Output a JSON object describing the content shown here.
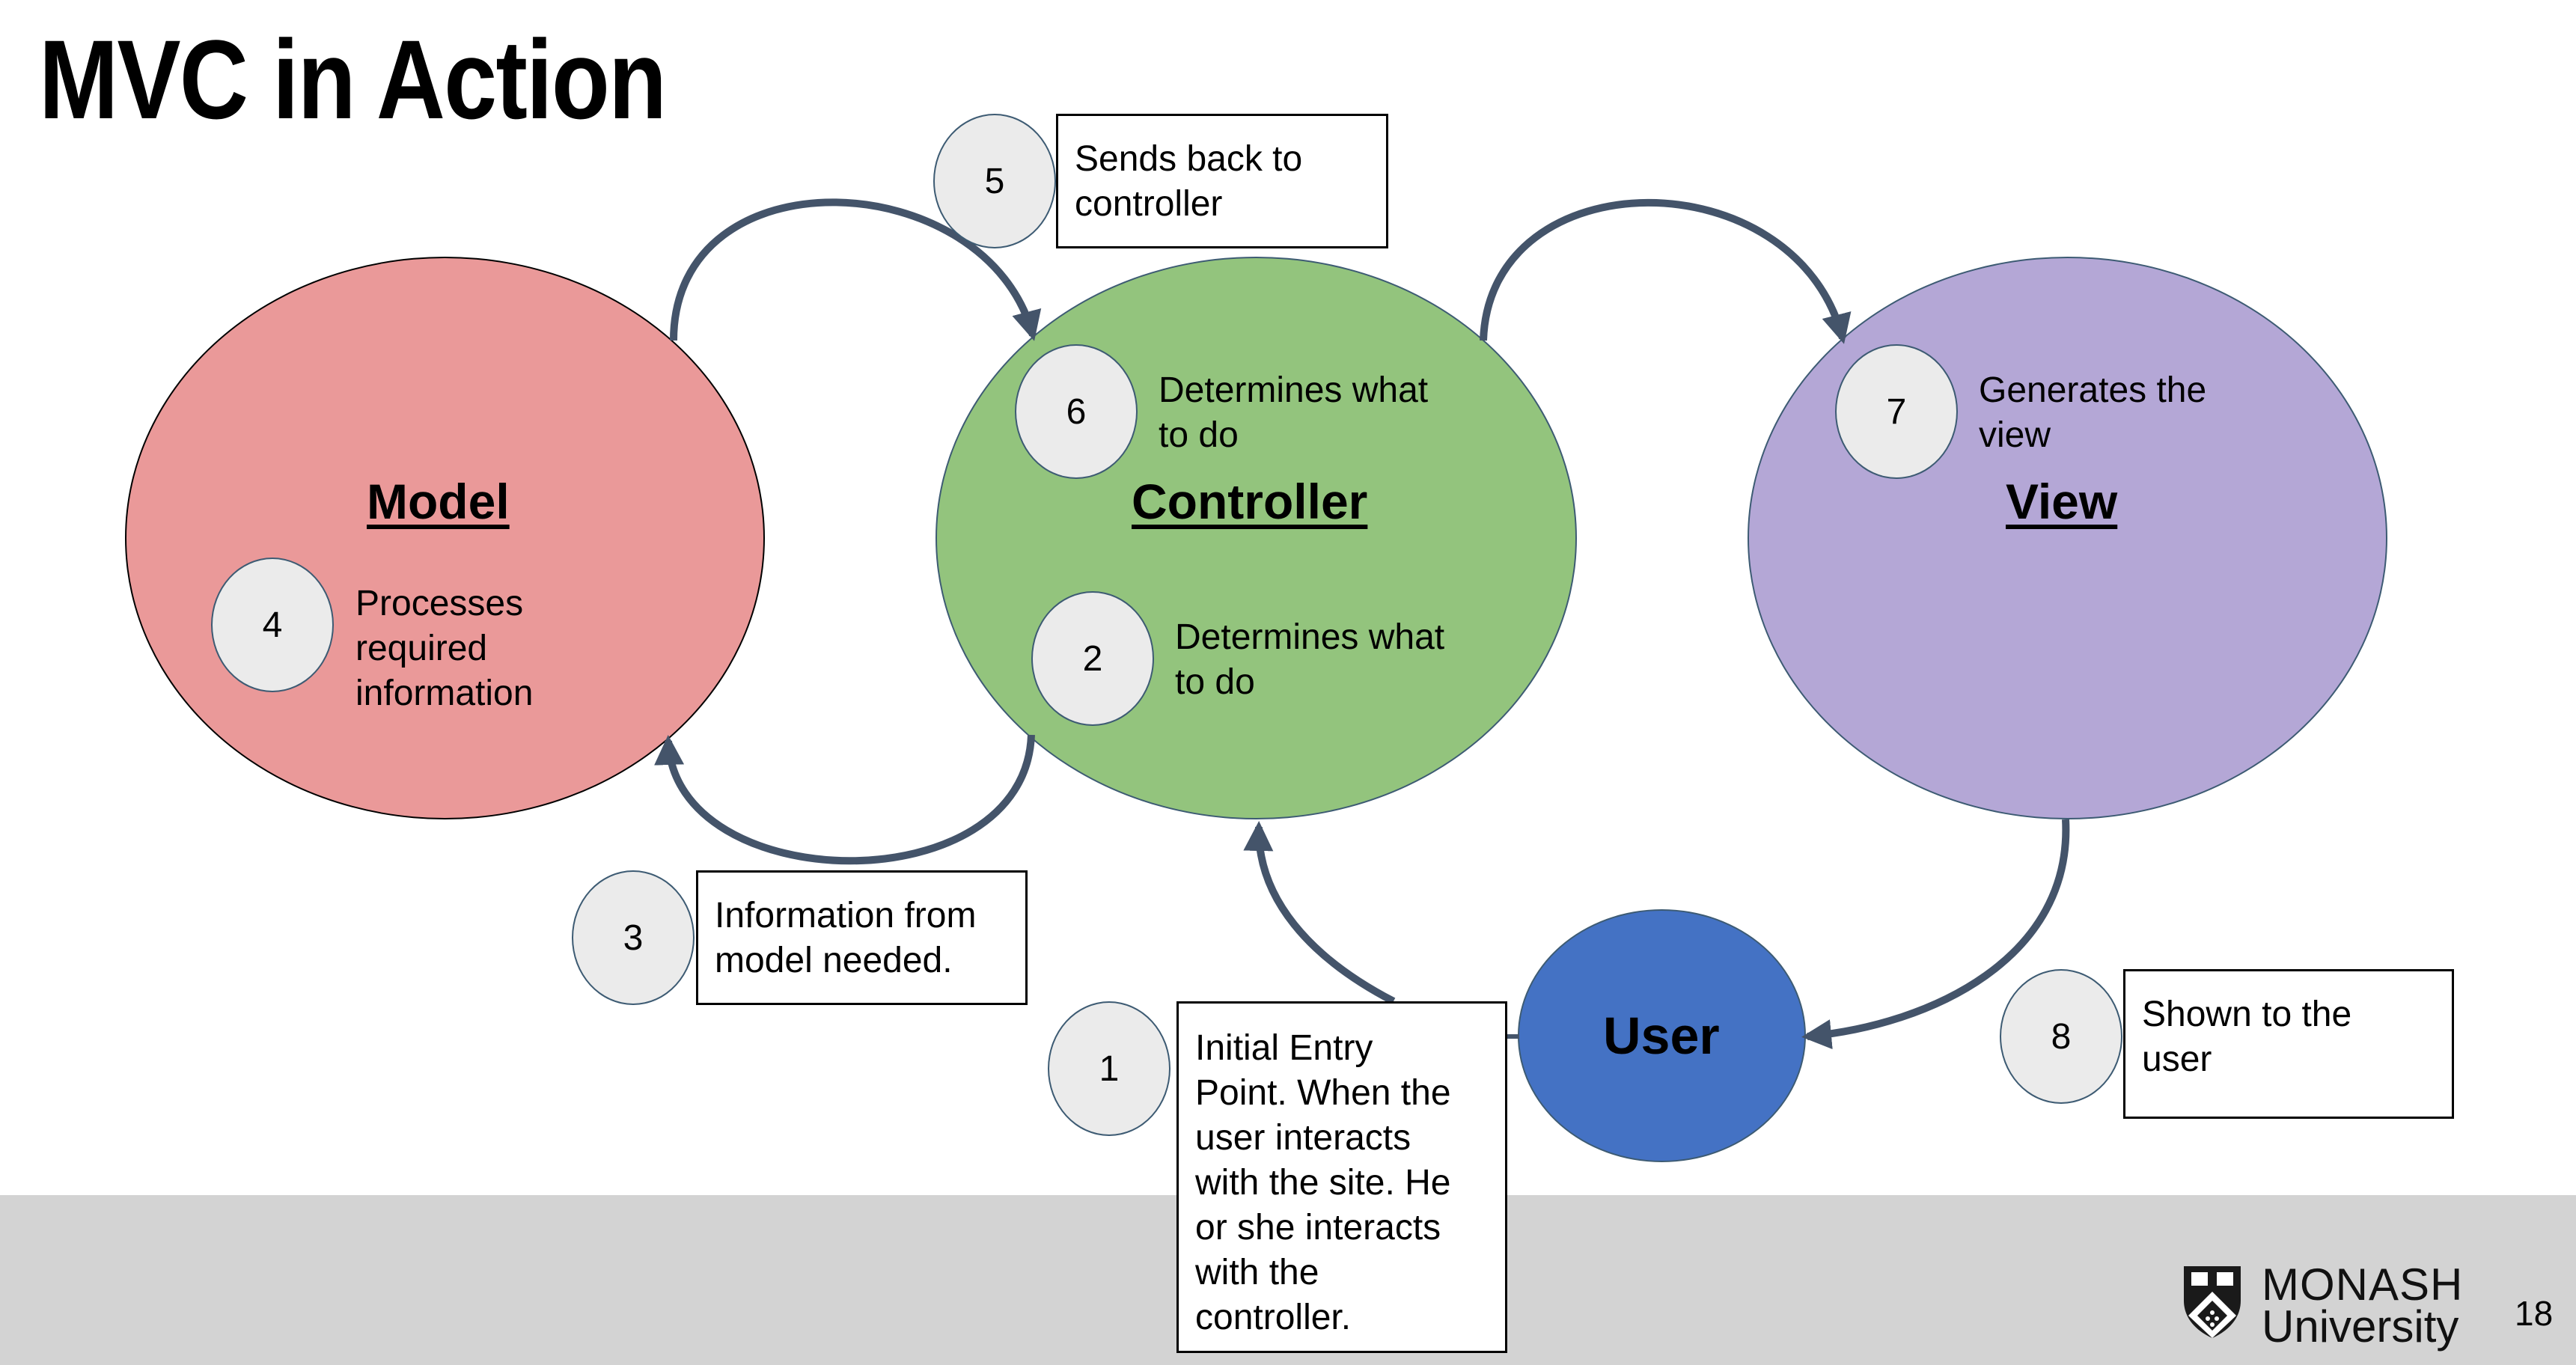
{
  "slide": {
    "title": "MVC in Action",
    "page_number": "18"
  },
  "nodes": {
    "model": {
      "label": "Model",
      "color": "#ea9999"
    },
    "controller": {
      "label": "Controller",
      "color": "#93c47d"
    },
    "view": {
      "label": "View",
      "color": "#b4a7d6"
    },
    "user": {
      "label": "User",
      "color": "#4472c4"
    }
  },
  "steps": [
    {
      "number": "1",
      "text": "Initial Entry Point. When the user interacts with the site. He or she interacts with the controller.",
      "lines": [
        "Initial Entry",
        "Point. When the",
        "user interacts",
        "with the site. He",
        "or she interacts",
        "with the",
        "controller."
      ]
    },
    {
      "number": "2",
      "text": "Determines what to do",
      "lines": [
        "Determines what",
        "to do"
      ]
    },
    {
      "number": "3",
      "text": "Information from model needed.",
      "lines": [
        "Information from",
        "model needed."
      ]
    },
    {
      "number": "4",
      "text": "Processes required information",
      "lines": [
        "Processes",
        "required",
        "information"
      ]
    },
    {
      "number": "5",
      "text": "Sends back to controller",
      "lines": [
        "Sends back to",
        "controller"
      ]
    },
    {
      "number": "6",
      "text": "Determines what to do",
      "lines": [
        "Determines what",
        "to do"
      ]
    },
    {
      "number": "7",
      "text": "Generates the view",
      "lines": [
        "Generates the",
        "view"
      ]
    },
    {
      "number": "8",
      "text": "Shown to the user",
      "lines": [
        "Shown to the",
        "user"
      ]
    }
  ],
  "logo": {
    "name_line1": "MONASH",
    "name_line2": "University"
  },
  "colors": {
    "arrow": "#44546a",
    "footer": "#d3d3d3",
    "step_circle": "#ebebeb"
  }
}
